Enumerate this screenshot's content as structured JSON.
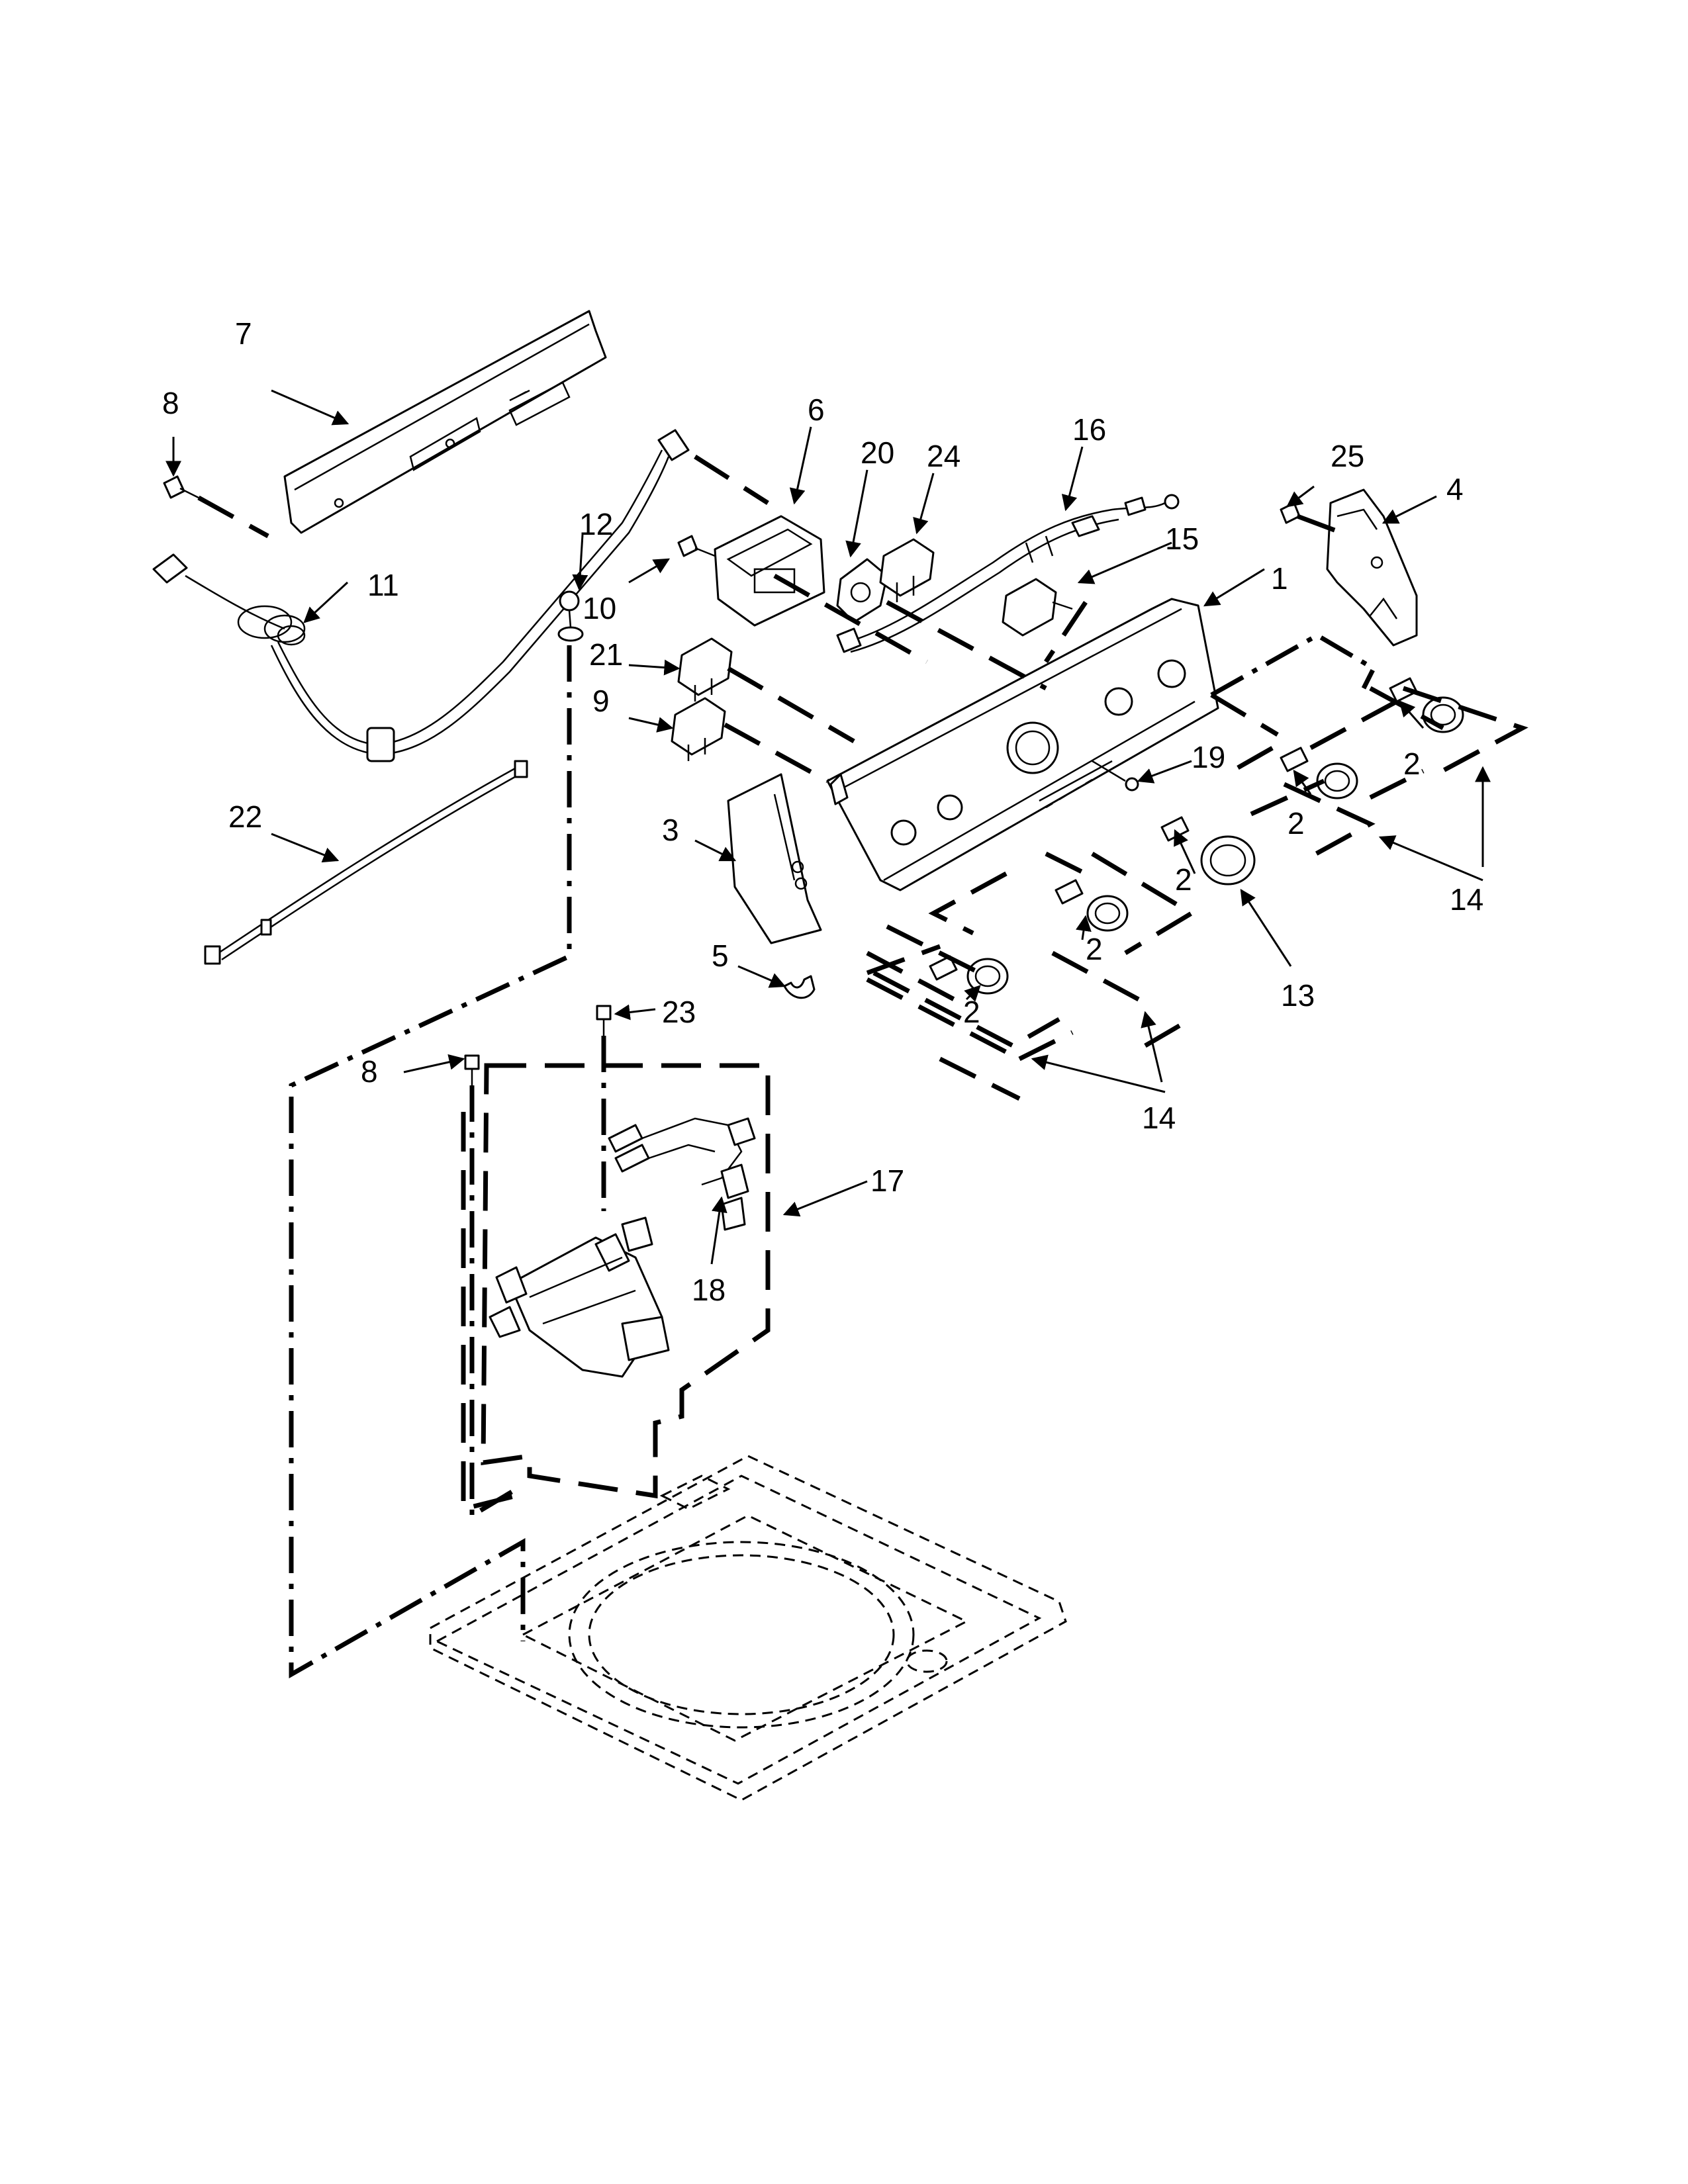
{
  "callouts": [
    {
      "id": "c1",
      "label": "1"
    },
    {
      "id": "c2a",
      "label": "2"
    },
    {
      "id": "c2b",
      "label": "2"
    },
    {
      "id": "c2c",
      "label": "2"
    },
    {
      "id": "c2d",
      "label": "2"
    },
    {
      "id": "c2e",
      "label": "2"
    },
    {
      "id": "c3",
      "label": "3"
    },
    {
      "id": "c4",
      "label": "4"
    },
    {
      "id": "c5",
      "label": "5"
    },
    {
      "id": "c6",
      "label": "6"
    },
    {
      "id": "c7",
      "label": "7"
    },
    {
      "id": "c8a",
      "label": "8"
    },
    {
      "id": "c8b",
      "label": "8"
    },
    {
      "id": "c9",
      "label": "9"
    },
    {
      "id": "c10",
      "label": "10"
    },
    {
      "id": "c11",
      "label": "11"
    },
    {
      "id": "c12",
      "label": "12"
    },
    {
      "id": "c13",
      "label": "13"
    },
    {
      "id": "c14a",
      "label": "14"
    },
    {
      "id": "c14b",
      "label": "14"
    },
    {
      "id": "c15",
      "label": "15"
    },
    {
      "id": "c16",
      "label": "16"
    },
    {
      "id": "c17",
      "label": "17"
    },
    {
      "id": "c18",
      "label": "18"
    },
    {
      "id": "c19",
      "label": "19"
    },
    {
      "id": "c20",
      "label": "20"
    },
    {
      "id": "c21",
      "label": "21"
    },
    {
      "id": "c22",
      "label": "22"
    },
    {
      "id": "c23",
      "label": "23"
    },
    {
      "id": "c24",
      "label": "24"
    },
    {
      "id": "c25",
      "label": "25"
    }
  ]
}
